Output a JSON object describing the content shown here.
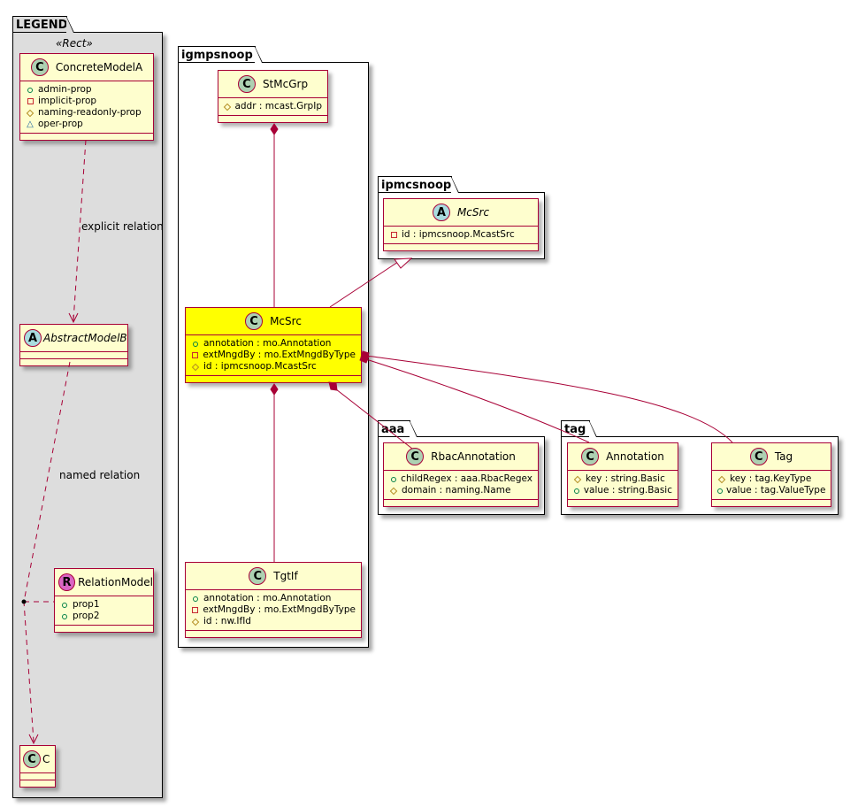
{
  "colors": {
    "line": "#a80036",
    "class_fill": "#fefece",
    "highlight_fill": "#ffff00",
    "legend_fill": "#dddddd"
  },
  "legend": {
    "package_name": "LEGEND",
    "stereotype": "«Rect»",
    "concrete_model": {
      "name": "ConcreteModelA",
      "kind": "C",
      "attributes": [
        {
          "visibility": "public",
          "text": "admin-prop"
        },
        {
          "visibility": "private",
          "text": "implicit-prop"
        },
        {
          "visibility": "protected",
          "text": "naming-readonly-prop"
        },
        {
          "visibility": "package",
          "text": "oper-prop"
        }
      ]
    },
    "abstract_model": {
      "name": "AbstractModelB",
      "kind": "A"
    },
    "relation_model": {
      "name": "RelationModel",
      "kind": "R",
      "attributes": [
        {
          "visibility": "public",
          "text": "prop1"
        },
        {
          "visibility": "public",
          "text": "prop2"
        }
      ]
    },
    "class_c": {
      "name": "C",
      "kind": "C"
    },
    "explicit_relation_label": "explicit relation",
    "named_relation_label": "named relation"
  },
  "packages": {
    "igmpsnoop": {
      "name": "igmpsnoop",
      "classes": {
        "stmcgrp": {
          "name": "StMcGrp",
          "kind": "C",
          "attributes": [
            {
              "visibility": "protected",
              "text": "addr : mcast.GrpIp"
            }
          ]
        },
        "mcsrc": {
          "name": "McSrc",
          "kind": "C",
          "highlighted": true,
          "attributes": [
            {
              "visibility": "public",
              "text": "annotation : mo.Annotation"
            },
            {
              "visibility": "private",
              "text": "extMngdBy : mo.ExtMngdByType"
            },
            {
              "visibility": "protected",
              "text": "id : ipmcsnoop.McastSrc"
            }
          ]
        },
        "tgtif": {
          "name": "TgtIf",
          "kind": "C",
          "attributes": [
            {
              "visibility": "public",
              "text": "annotation : mo.Annotation"
            },
            {
              "visibility": "private",
              "text": "extMngdBy : mo.ExtMngdByType"
            },
            {
              "visibility": "protected",
              "text": "id : nw.IfId"
            }
          ]
        }
      }
    },
    "ipmcsnoop": {
      "name": "ipmcsnoop",
      "classes": {
        "mcsrc": {
          "name": "McSrc",
          "kind": "A",
          "attributes": [
            {
              "visibility": "private",
              "text": "id : ipmcsnoop.McastSrc"
            }
          ]
        }
      }
    },
    "aaa": {
      "name": "aaa",
      "classes": {
        "rbacannotation": {
          "name": "RbacAnnotation",
          "kind": "C",
          "attributes": [
            {
              "visibility": "public",
              "text": "childRegex : aaa.RbacRegex"
            },
            {
              "visibility": "protected",
              "text": "domain : naming.Name"
            }
          ]
        }
      }
    },
    "tag": {
      "name": "tag",
      "classes": {
        "annotation": {
          "name": "Annotation",
          "kind": "C",
          "attributes": [
            {
              "visibility": "protected",
              "text": "key : string.Basic"
            },
            {
              "visibility": "public",
              "text": "value : string.Basic"
            }
          ]
        },
        "tag": {
          "name": "Tag",
          "kind": "C",
          "attributes": [
            {
              "visibility": "protected",
              "text": "key : tag.KeyType"
            },
            {
              "visibility": "public",
              "text": "value : tag.ValueType"
            }
          ]
        }
      }
    }
  },
  "relations": [
    {
      "from": "igmpsnoop.StMcGrp",
      "to": "igmpsnoop.McSrc",
      "type": "composition"
    },
    {
      "from": "igmpsnoop.McSrc",
      "to": "ipmcsnoop.McSrc",
      "type": "generalization"
    },
    {
      "from": "igmpsnoop.McSrc",
      "to": "igmpsnoop.TgtIf",
      "type": "composition"
    },
    {
      "from": "igmpsnoop.McSrc",
      "to": "aaa.RbacAnnotation",
      "type": "composition"
    },
    {
      "from": "igmpsnoop.McSrc",
      "to": "tag.Annotation",
      "type": "composition"
    },
    {
      "from": "igmpsnoop.McSrc",
      "to": "tag.Tag",
      "type": "composition"
    },
    {
      "from": "ConcreteModelA",
      "to": "AbstractModelB",
      "type": "dependency",
      "label": "explicit relation"
    },
    {
      "from": "AbstractModelB",
      "to": "C",
      "type": "dependency",
      "label": "named relation",
      "association_class": "RelationModel"
    }
  ]
}
